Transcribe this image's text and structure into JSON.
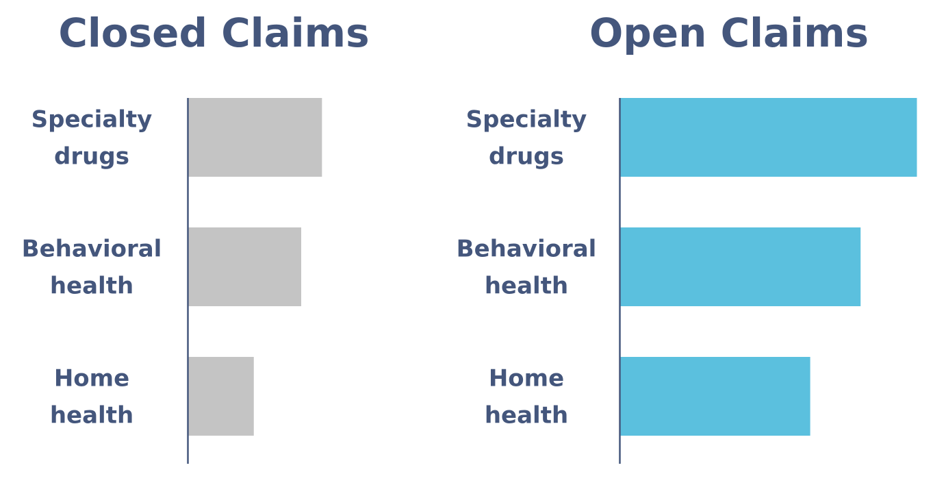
{
  "colors": {
    "text": "#44567c",
    "axis": "#44567c",
    "closed_bar": "#c4c4c4",
    "open_bar": "#5bc0de"
  },
  "chart_data": [
    {
      "type": "bar",
      "orientation": "horizontal",
      "title": "Closed Claims",
      "categories": [
        "Specialty drugs",
        "Behavioral health",
        "Home health"
      ],
      "category_lines": [
        [
          "Specialty",
          "drugs"
        ],
        [
          "Behavioral",
          "health"
        ],
        [
          "Home",
          "health"
        ]
      ],
      "values": [
        45,
        38,
        22
      ],
      "xlim": [
        0,
        100
      ],
      "grid": false,
      "legend": "none",
      "color": "#c4c4c4"
    },
    {
      "type": "bar",
      "orientation": "horizontal",
      "title": "Open Claims",
      "categories": [
        "Specialty drugs",
        "Behavioral health",
        "Home health"
      ],
      "category_lines": [
        [
          "Specialty",
          "drugs"
        ],
        [
          "Behavioral",
          "health"
        ],
        [
          "Home",
          "health"
        ]
      ],
      "values": [
        100,
        81,
        64
      ],
      "xlim": [
        0,
        100
      ],
      "grid": false,
      "legend": "none",
      "color": "#5bc0de"
    }
  ]
}
